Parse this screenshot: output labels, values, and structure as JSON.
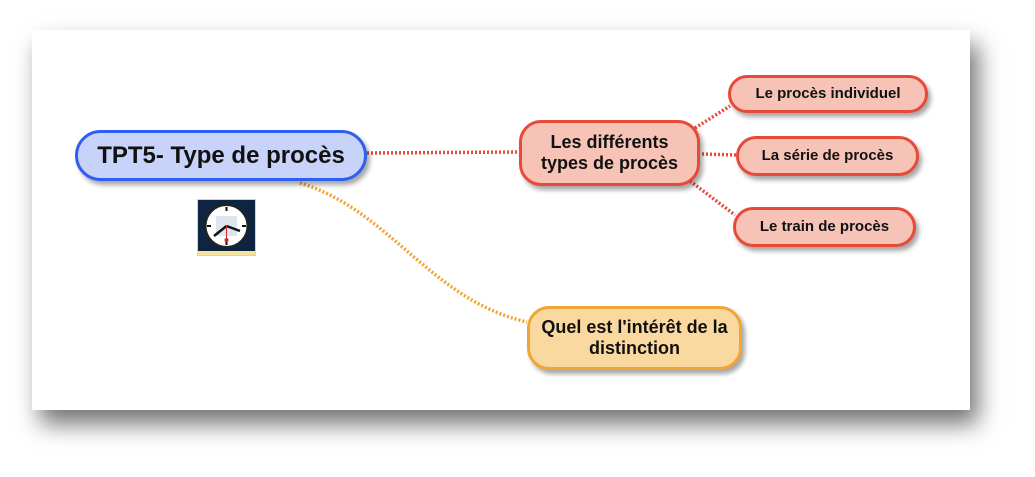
{
  "root": {
    "label": "TPT5- Type de procès"
  },
  "branches": [
    {
      "label": "Les différents types de procès",
      "children": [
        {
          "label": "Le procès individuel"
        },
        {
          "label": "La série de procès"
        },
        {
          "label": "Le train de procès"
        }
      ]
    },
    {
      "label": "Quel est l'intérêt de la distinction"
    }
  ],
  "colors": {
    "root_fill": "#c8d3fa",
    "root_border": "#2f5ff0",
    "red_fill": "#f6c3b6",
    "red_border": "#e84a3a",
    "orange_fill": "#fad9a0",
    "orange_border": "#f2a533"
  },
  "icons": {
    "root_attachment": "clock-icon"
  }
}
